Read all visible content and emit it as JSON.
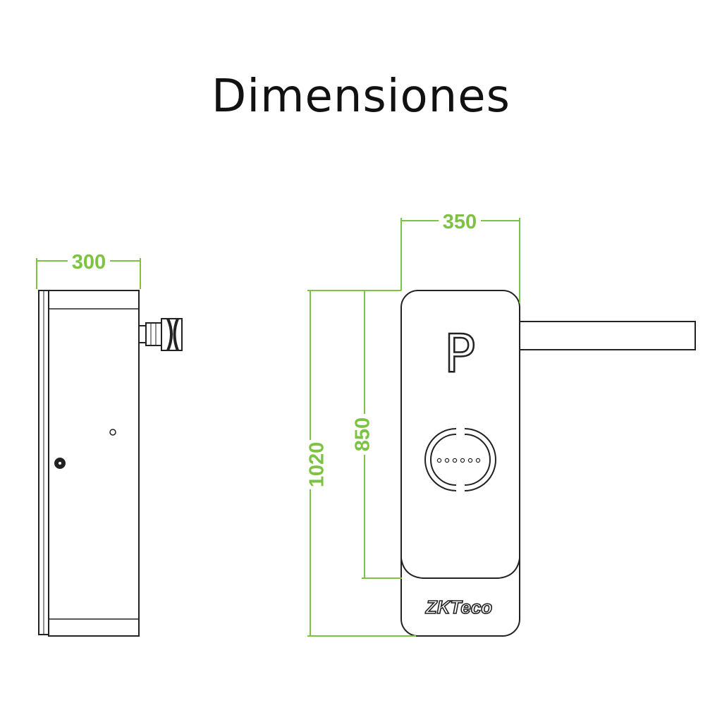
{
  "title": "Dimensiones",
  "dimensions": {
    "side_width": "300",
    "front_width": "350",
    "total_height": "1020",
    "panel_height": "850"
  },
  "front_panel": {
    "parking_letter": "P",
    "brand": "ZKTeco"
  },
  "colors": {
    "dimension_line": "#7dc243",
    "outline": "#222222",
    "background": "#ffffff"
  }
}
